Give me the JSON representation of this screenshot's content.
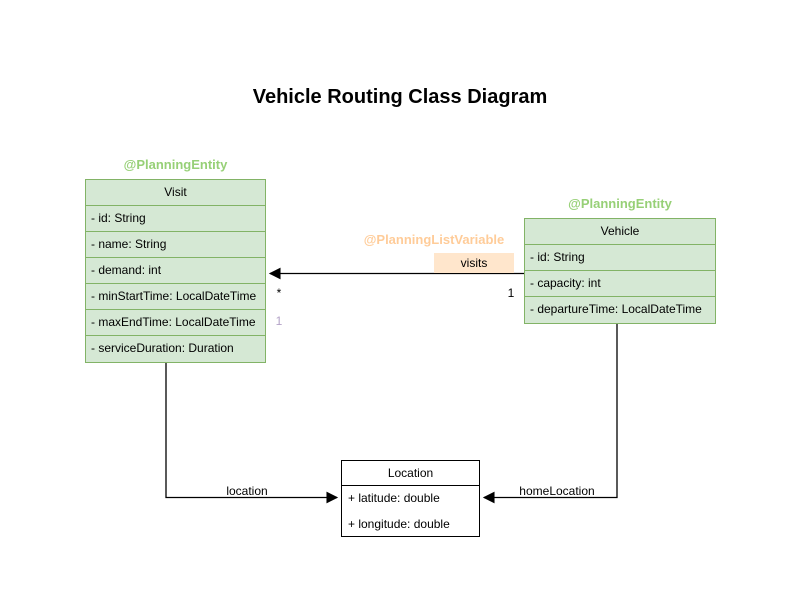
{
  "title": "Vehicle Routing Class Diagram",
  "classes": {
    "visit": {
      "annotation": "@PlanningEntity",
      "name": "Visit",
      "attributes": [
        "- id: String",
        "- name: String",
        "- demand: int",
        "- minStartTime: LocalDateTime",
        "- maxEndTime: LocalDateTime",
        "- serviceDuration: Duration"
      ]
    },
    "vehicle": {
      "annotation": "@PlanningEntity",
      "name": "Vehicle",
      "attributes": [
        "- id: String",
        "- capacity: int",
        "- departureTime: LocalDateTime"
      ]
    },
    "location": {
      "name": "Location",
      "attributes": [
        "+ latitude: double",
        "+ longitude: double"
      ]
    }
  },
  "edges": {
    "visits": {
      "annotation": "@PlanningListVariable",
      "label": "visits",
      "target_multiplicity": "*",
      "source_multiplicity": "1",
      "secondary_multiplicity": "1"
    },
    "location": {
      "label": "location"
    },
    "home_location": {
      "label": "homeLocation"
    }
  },
  "colors": {
    "class_fill": "#d5e8d4",
    "class_stroke": "#82b366",
    "entity_annotation_text": "#97d077",
    "list_variable_annotation_text": "#ffcc99",
    "visits_label_bg": "#ffe6cc",
    "plain_class_fill": "#ffffff",
    "plain_class_stroke": "#000000",
    "edge_color": "#000000",
    "muted_multiplicity_text": "#b3a2c7"
  }
}
